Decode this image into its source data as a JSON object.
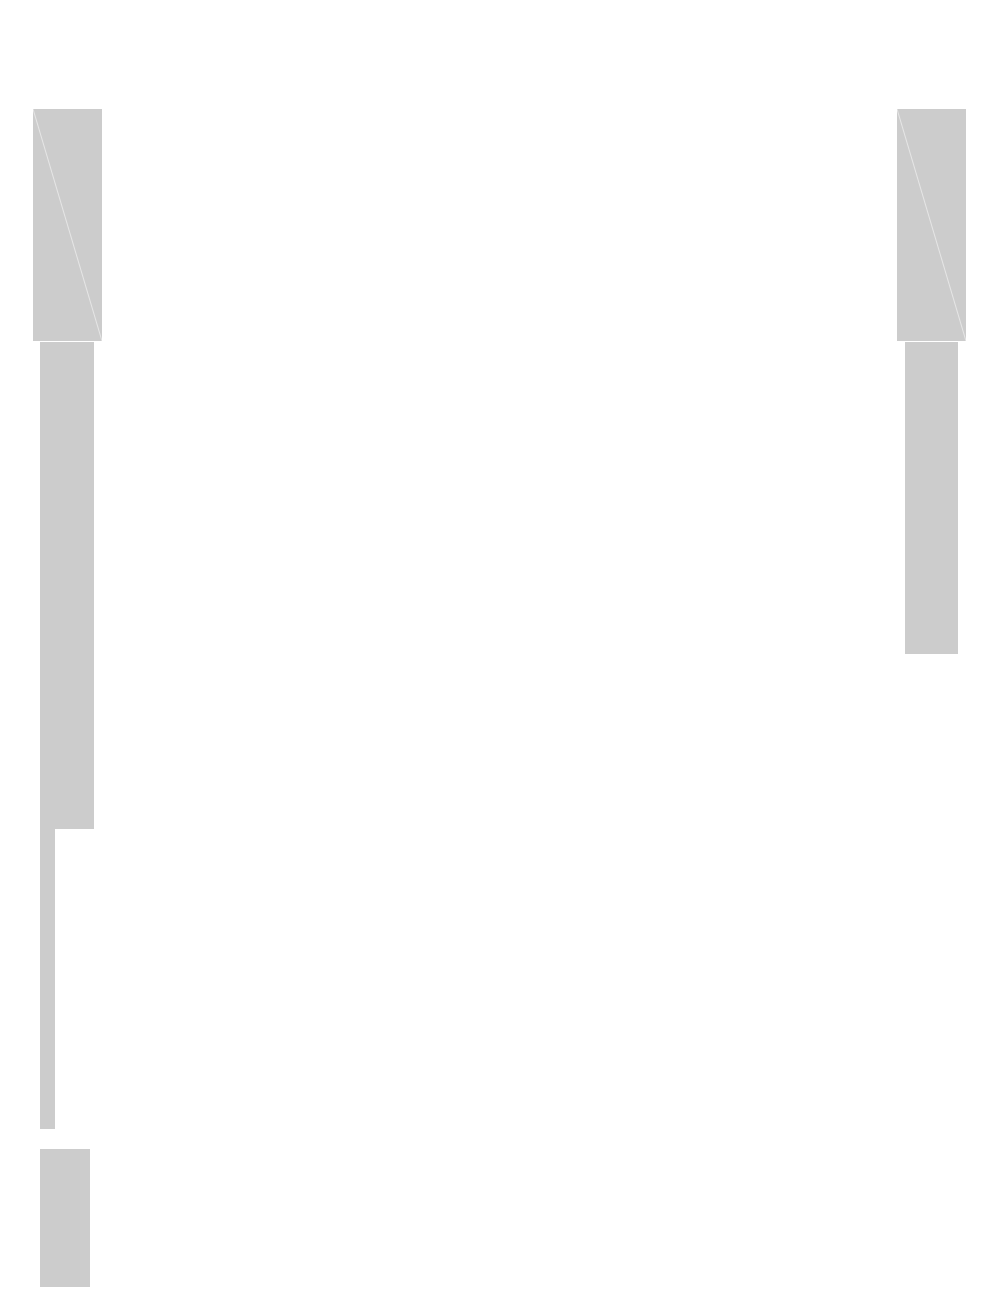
{
  "page": {
    "background_color": "#ffffff"
  },
  "placeholders": {
    "fill_color": "#cccccc",
    "diagonal_color": "#e6e6e6"
  },
  "left_column": {
    "items": [
      {
        "kind": "image-placeholder",
        "icon": "image-placeholder-icon"
      },
      {
        "kind": "banner-placeholder"
      },
      {
        "kind": "strip-placeholder"
      },
      {
        "kind": "banner-placeholder"
      }
    ]
  },
  "right_column": {
    "items": [
      {
        "kind": "image-placeholder",
        "icon": "image-placeholder-icon"
      },
      {
        "kind": "banner-placeholder"
      }
    ]
  }
}
